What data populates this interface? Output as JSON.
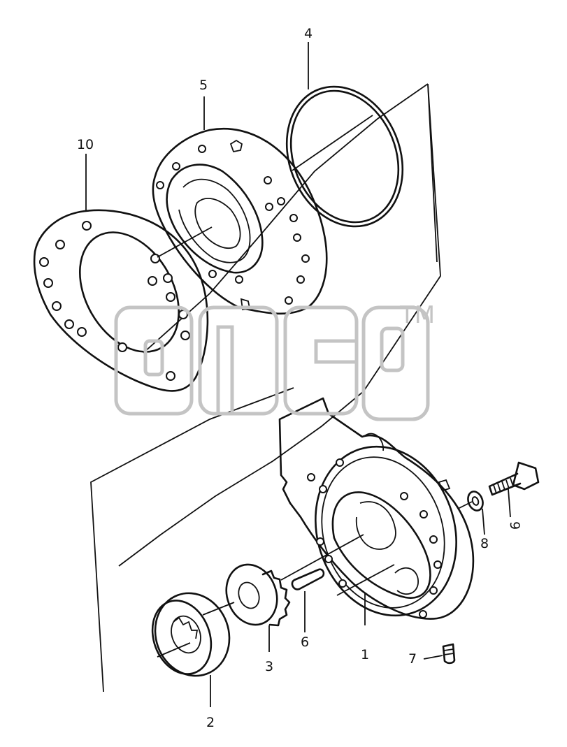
{
  "diagram": {
    "callouts": [
      "1",
      "2",
      "3",
      "4",
      "5",
      "6",
      "7",
      "8",
      "9",
      "10"
    ],
    "watermark": {
      "mark": "TM"
    }
  }
}
